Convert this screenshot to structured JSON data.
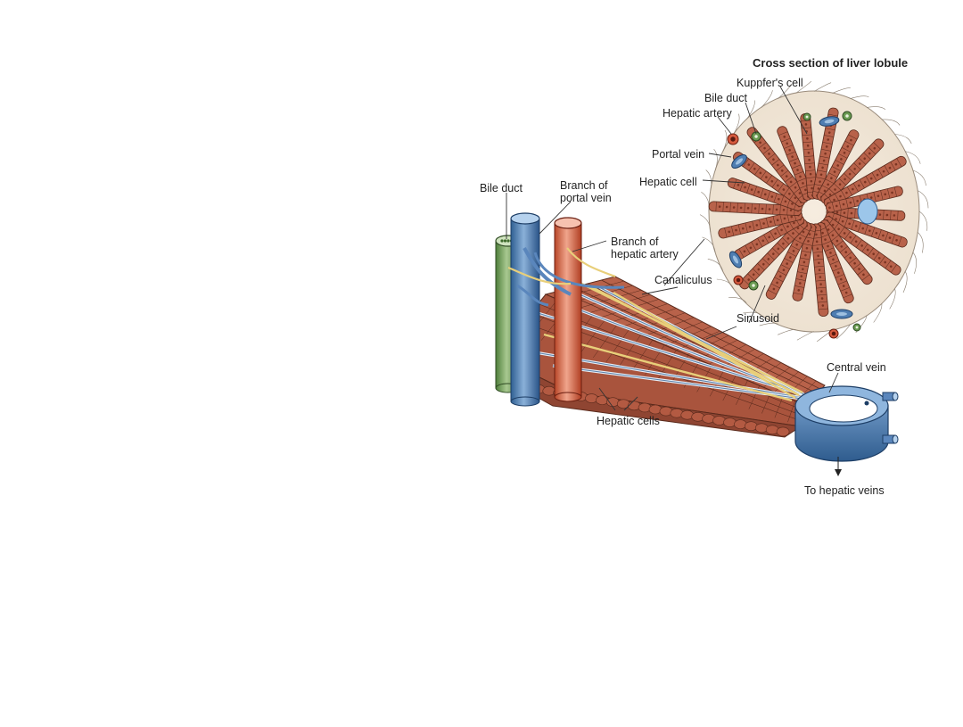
{
  "figure": {
    "title": "Cross section of liver lobule",
    "labels": {
      "kupffer_cell": "Kuppfer's  cell",
      "bile_duct_top": "Bile duct",
      "hepatic_artery": "Hepatic artery",
      "portal_vein": "Portal vein",
      "hepatic_cell": "Hepatic cell",
      "bile_duct_left": "Bile duct",
      "branch_portal_vein": "Branch of\nportal vein",
      "branch_hepatic_artery": "Branch of\nhepatic artery",
      "canaliculus": "Canaliculus",
      "sinusoid": "Sinusoid",
      "central_vein": "Central vein",
      "hepatic_cells": "Hepatic cells",
      "to_hepatic_veins": "To hepatic veins"
    },
    "colors": {
      "hepatocyte": "#b8624a",
      "hepatocyte_light": "#d89878",
      "cell_border": "#5a2a1c",
      "nucleus": "#7a3422",
      "portal_vein": "#4f7eb2",
      "portal_vein_light": "#9ec0e0",
      "hepatic_artery": "#d65a3e",
      "hepatic_artery_light": "#f0a58c",
      "bile_duct": "#6a9a52",
      "bile_duct_light": "#a8c890",
      "canaliculus": "#e8cf7a",
      "sinusoid_line": "#ffffff"
    }
  }
}
